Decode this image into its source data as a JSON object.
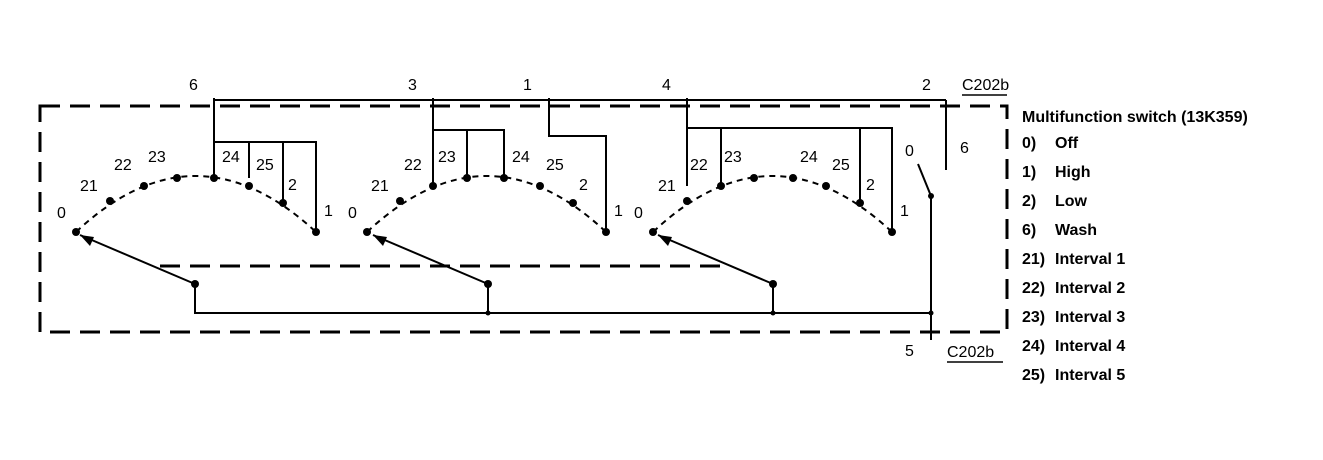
{
  "connector_top": "C202b",
  "connector_bottom": "C202b",
  "pins_top": [
    "6",
    "3",
    "1",
    "4",
    "2"
  ],
  "pin_right": "6",
  "pin_bottom": "5",
  "decks": [
    {
      "left": "0",
      "p21": "21",
      "p22": "22",
      "p23": "23",
      "p24": "24",
      "p25": "25",
      "p2": "2",
      "p1": "1"
    },
    {
      "left": "0",
      "p21": "21",
      "p22": "22",
      "p23": "23",
      "p24": "24",
      "p25": "25",
      "p2": "2",
      "p1": "1"
    },
    {
      "left": "0",
      "p21": "21",
      "p22": "22",
      "p23": "23",
      "p24": "24",
      "p25": "25",
      "p2": "2",
      "p1": "1"
    }
  ],
  "wash_contact": "0",
  "legend": {
    "title": "Multifunction switch (13K359)",
    "items": [
      {
        "code": "0)",
        "text": "Off"
      },
      {
        "code": "1)",
        "text": "High"
      },
      {
        "code": "2)",
        "text": "Low"
      },
      {
        "code": "6)",
        "text": "Wash"
      },
      {
        "code": "21)",
        "text": "Interval 1"
      },
      {
        "code": "22)",
        "text": "Interval 2"
      },
      {
        "code": "23)",
        "text": "Interval 3"
      },
      {
        "code": "24)",
        "text": "Interval 4"
      },
      {
        "code": "25)",
        "text": "Interval 5"
      }
    ]
  }
}
